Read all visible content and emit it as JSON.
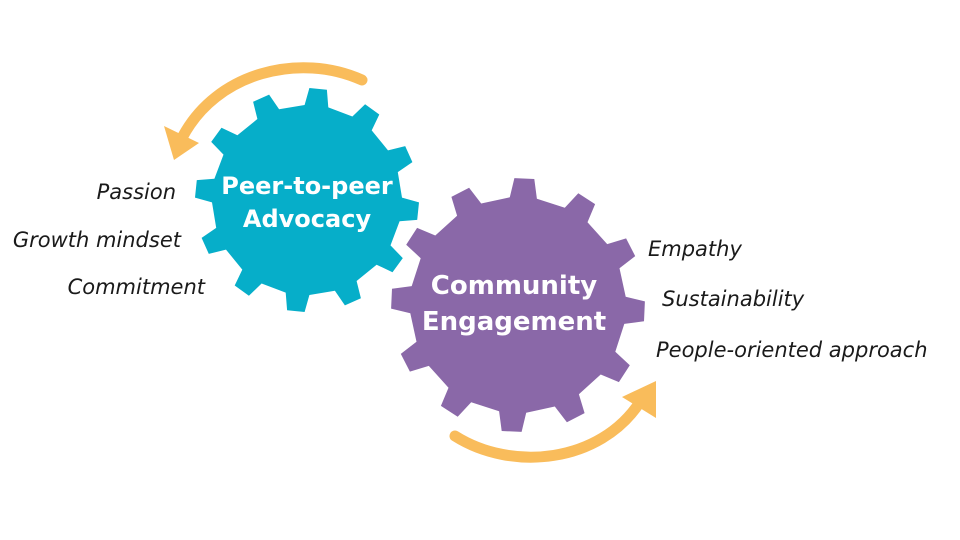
{
  "gears": {
    "peer": {
      "line1": "Peer-to-peer",
      "line2": "Advocacy",
      "color": "#06AEC9"
    },
    "community": {
      "line1": "Community",
      "line2": "Engagement",
      "color": "#8A68A8"
    }
  },
  "arrow_color": "#F9BC5B",
  "left_traits": [
    "Passion",
    "Growth mindset",
    "Commitment"
  ],
  "right_traits": [
    "Empathy",
    "Sustainability",
    "People-oriented approach"
  ]
}
